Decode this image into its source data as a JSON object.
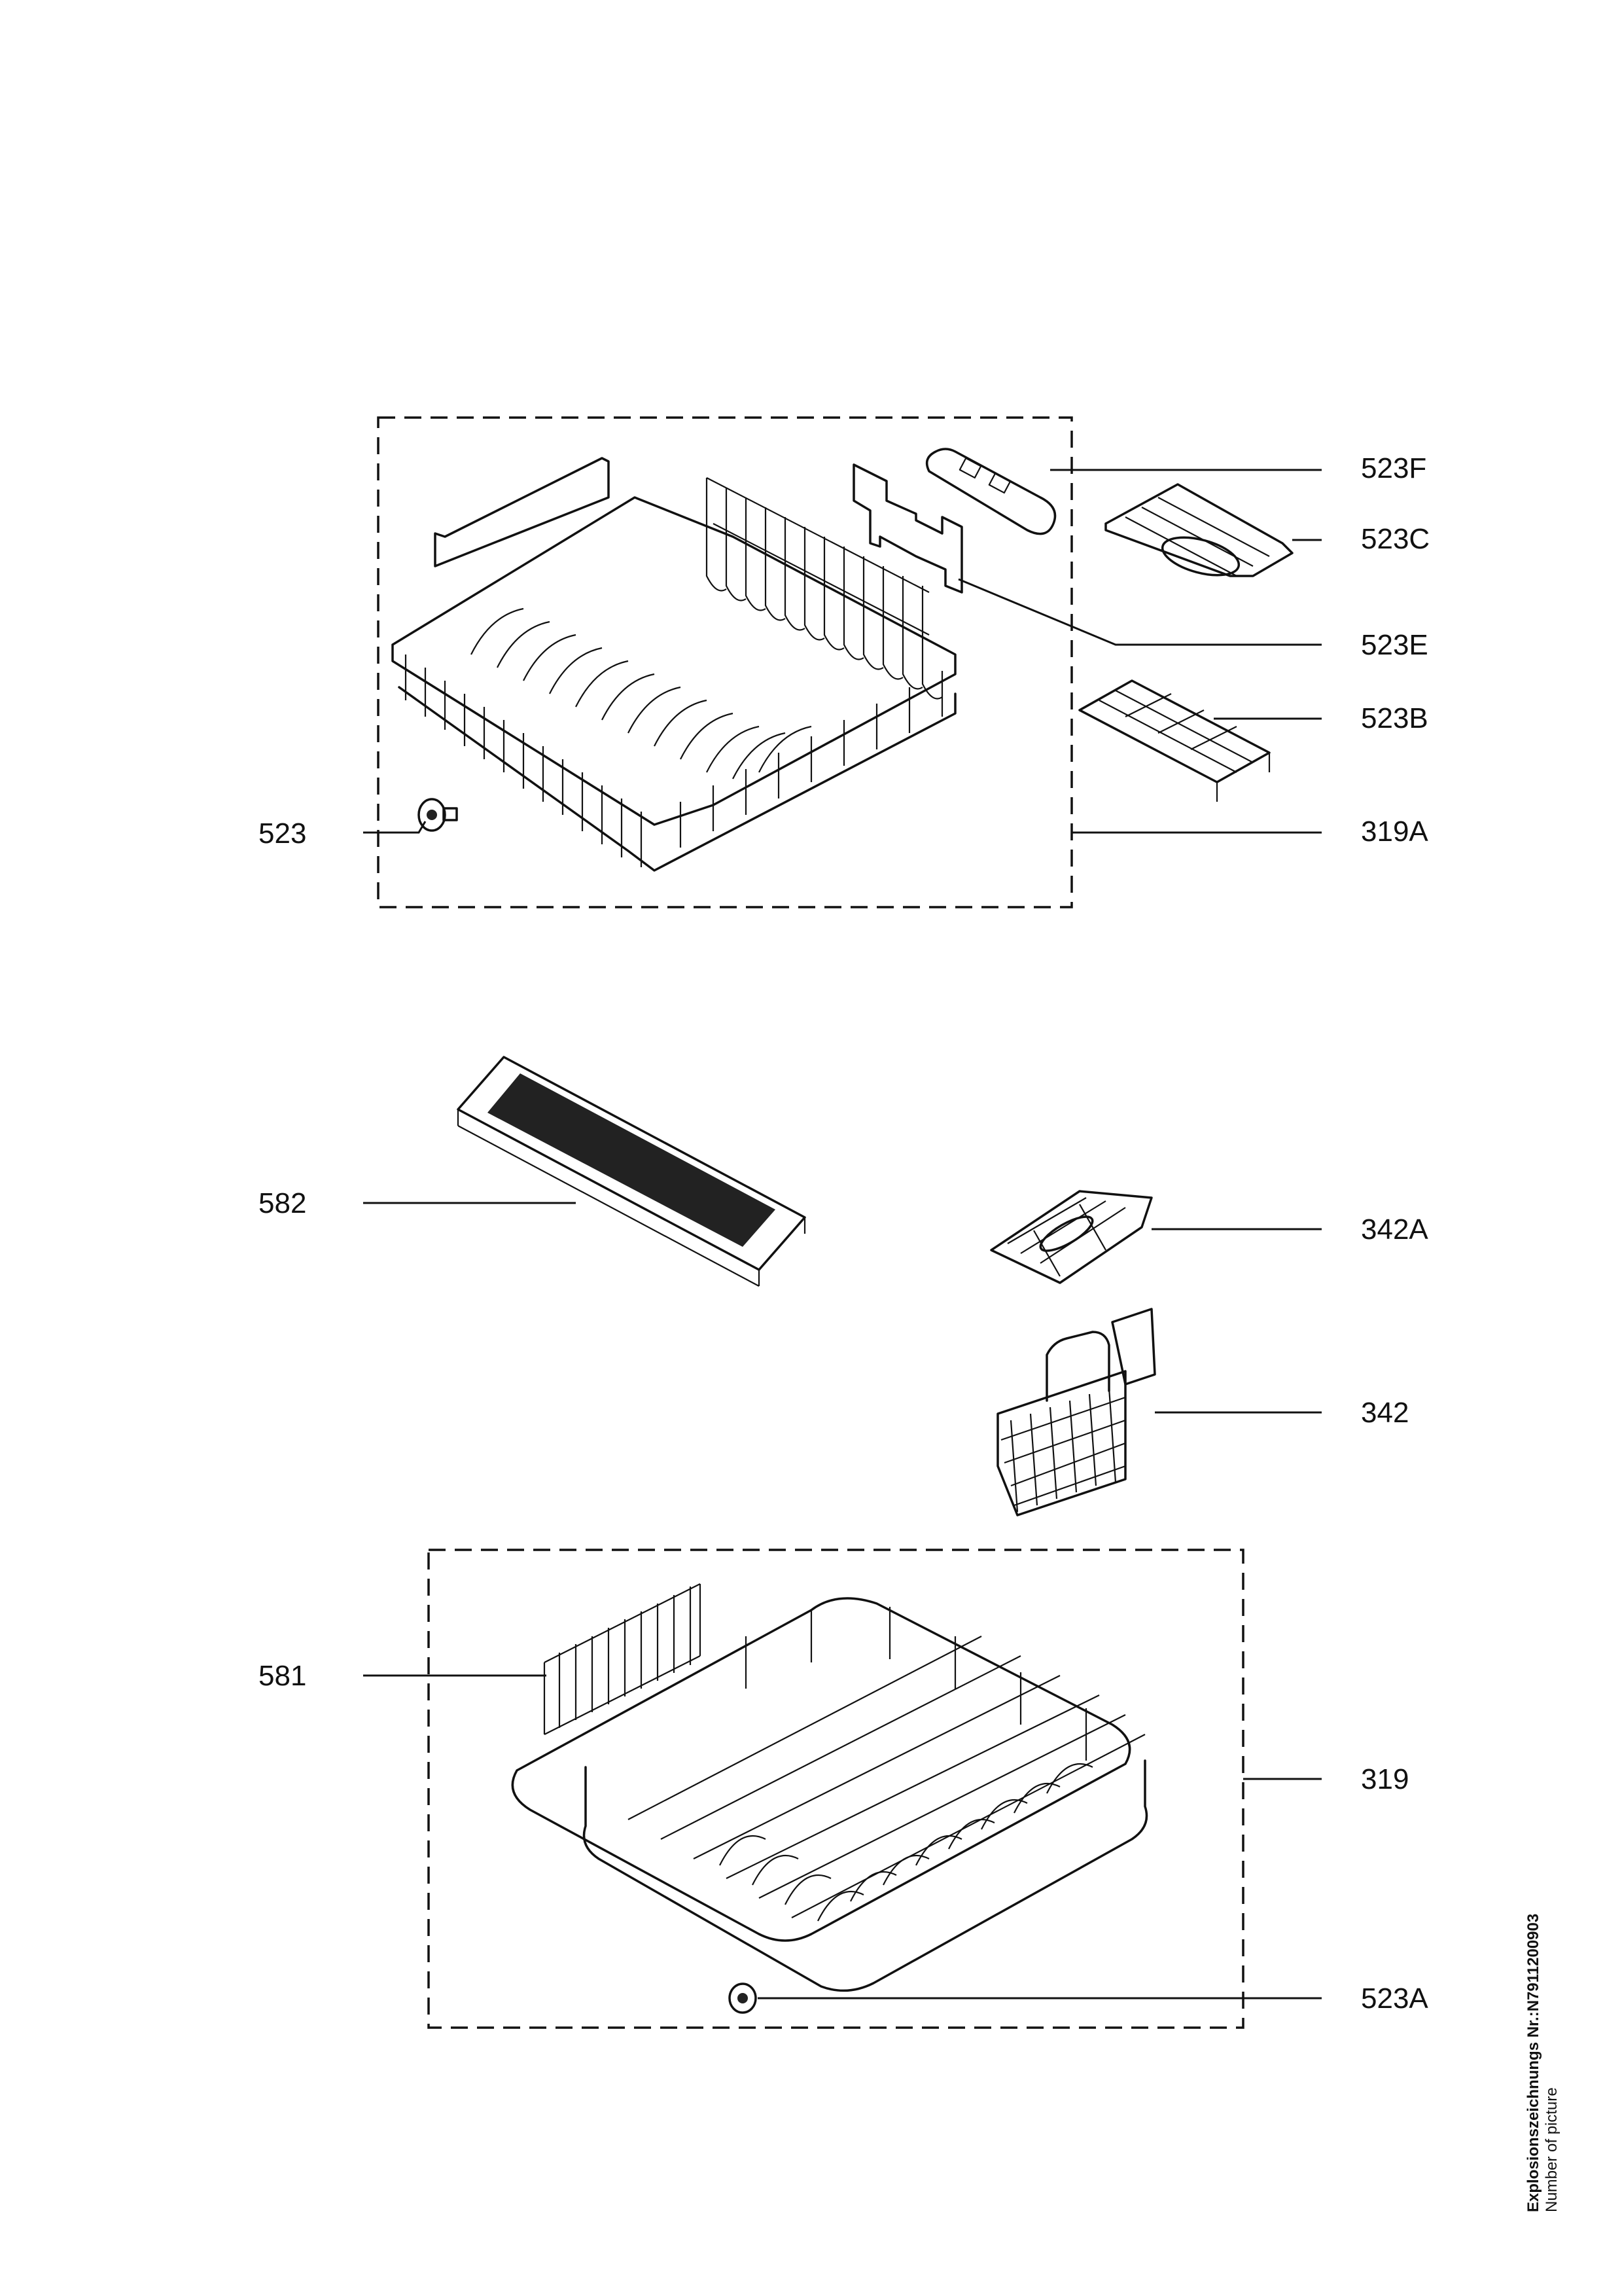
{
  "labels": {
    "l523F": "523F",
    "l523C": "523C",
    "l523E": "523E",
    "l523B": "523B",
    "l523": "523",
    "l319A": "319A",
    "l582": "582",
    "l342A": "342A",
    "l342": "342",
    "l581": "581",
    "l319": "319",
    "l523A": "523A"
  },
  "caption": {
    "line1": "Explosionszeichnungs Nr.:N7911200903",
    "line2": "Number of picture"
  }
}
